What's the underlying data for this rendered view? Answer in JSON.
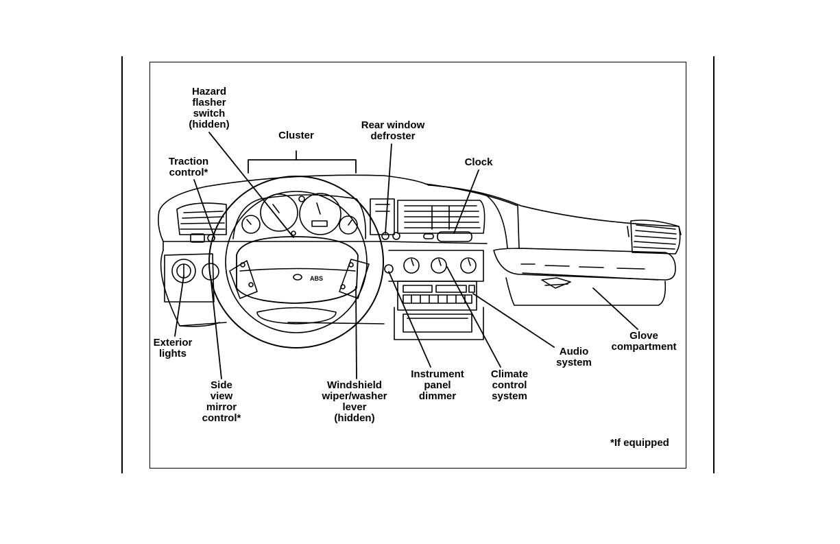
{
  "labels": {
    "hazard": "Hazard\nflasher\nswitch\n(hidden)",
    "cluster": "Cluster",
    "rear_defroster": "Rear window\ndefroster",
    "traction": "Traction\ncontrol*",
    "clock": "Clock",
    "exterior_lights": "Exterior\nlights",
    "glove": "Glove\ncompartment",
    "audio": "Audio\nsystem",
    "side_mirror": "Side\nview\nmirror\ncontrol*",
    "wiper": "Windshield\nwiper/washer\nlever\n(hidden)",
    "dimmer": "Instrument\npanel\ndimmer",
    "climate": "Climate\ncontrol\nsystem",
    "footnote": "*If equipped"
  },
  "emblem_text": "ABS"
}
